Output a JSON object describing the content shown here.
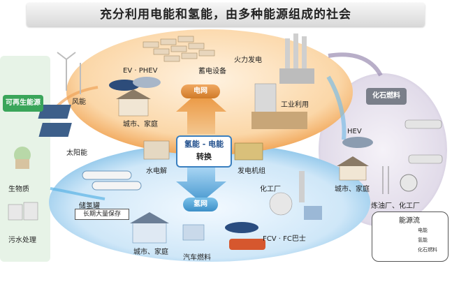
{
  "title": "充分利用电能和氢能，由多种能源组成的社会",
  "renewable_label": "可再生能源",
  "fossil_label": "化石燃料",
  "electric_grid": "电网",
  "hydrogen_grid": "氢网",
  "center": {
    "line1": "氢能 - 电能",
    "line2": "转换"
  },
  "labels": {
    "ev_phev": "EV · PHEV",
    "storage": "蓄电设备",
    "thermal": "火力发电",
    "industrial": "工业利用",
    "city_home_top": "城市、家庭",
    "wind": "风能",
    "solar": "太阳能",
    "biomass": "生物质",
    "sewage": "污水处理",
    "electrolysis": "水电解",
    "generator": "发电机组",
    "chemical": "化工厂",
    "hev": "HEV",
    "city_home_right": "城市、家庭",
    "refinery": "炼油厂、化工厂",
    "city_home_bottom": "城市、家庭",
    "car_fuel": "汽车燃料",
    "fcv": "FCV · FC巴士",
    "h2_tank": "储氢罐",
    "long_term": "长期大量保存"
  },
  "legend": {
    "title": "能源流",
    "items": [
      {
        "label": "电能",
        "color": "#f0a45a"
      },
      {
        "label": "氢能",
        "color": "#5bb3e6"
      },
      {
        "label": "化石燃料",
        "color": "#9a8bb0"
      }
    ]
  },
  "colors": {
    "electric": "#f3b36c",
    "hydrogen": "#8cc8ef",
    "fossil": "#c9c2d9",
    "renewable": "#cfe9cf",
    "accent_blue": "#3a7fbf"
  }
}
